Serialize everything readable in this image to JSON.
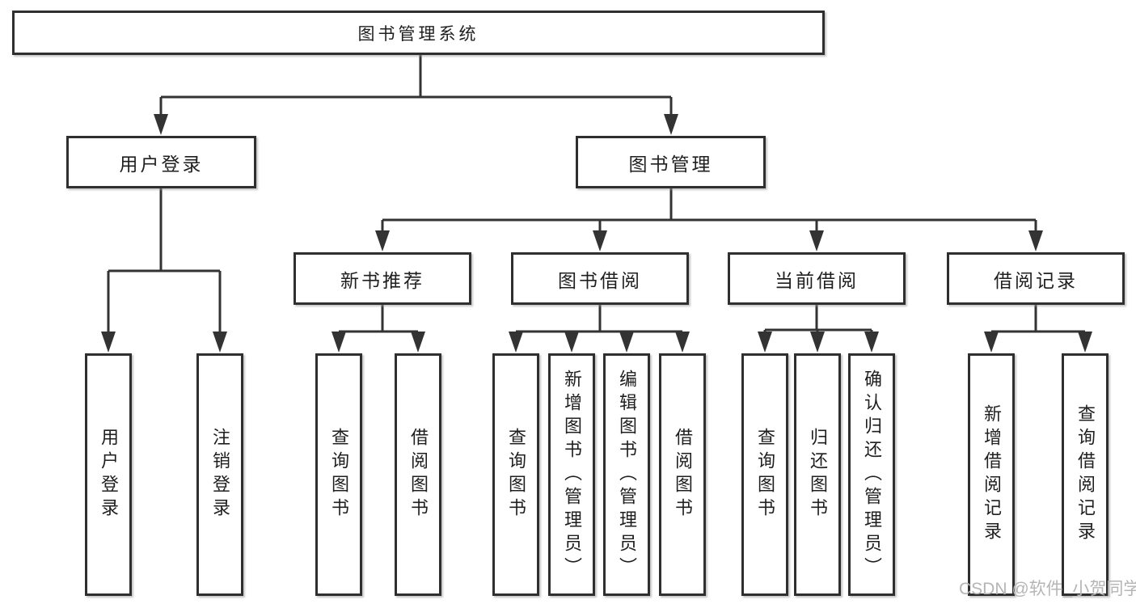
{
  "nodes": {
    "root": "图书管理系统",
    "user_login": "用户登录",
    "book_management": "图书管理",
    "new_book_recommend": "新书推荐",
    "book_borrowing": "图书借阅",
    "current_borrowing": "当前借阅",
    "borrowing_records": "借阅记录",
    "login": "用户登录",
    "logout": "注销登录",
    "nb_query_books": "查询图书",
    "nb_borrow_books": "借阅图书",
    "bb_query_books": "查询图书",
    "bb_add_books_admin": "新增图书（管理员）",
    "bb_edit_books_admin": "编辑图书（管理员）",
    "bb_borrow_books": "借阅图书",
    "cb_query_books": "查询图书",
    "cb_return_books": "归还图书",
    "cb_confirm_return_admin": "确认归还（管理员）",
    "br_add_record": "新增借阅记录",
    "br_query_record": "查询借阅记录"
  },
  "hierarchy": {
    "root": [
      "user_login",
      "book_management"
    ],
    "user_login": [
      "login",
      "logout"
    ],
    "book_management": [
      "new_book_recommend",
      "book_borrowing",
      "current_borrowing",
      "borrowing_records"
    ],
    "new_book_recommend": [
      "nb_query_books",
      "nb_borrow_books"
    ],
    "book_borrowing": [
      "bb_query_books",
      "bb_add_books_admin",
      "bb_edit_books_admin",
      "bb_borrow_books"
    ],
    "current_borrowing": [
      "cb_query_books",
      "cb_return_books",
      "cb_confirm_return_admin"
    ],
    "borrowing_records": [
      "br_add_record",
      "br_query_record"
    ]
  },
  "watermark": "CSDN @软件_小贺同学",
  "colors": {
    "line": "#333333",
    "box_border": "#2f2f2f",
    "text": "#1f1f1f",
    "watermark": "#b5b5b5",
    "background": "#ffffff"
  }
}
